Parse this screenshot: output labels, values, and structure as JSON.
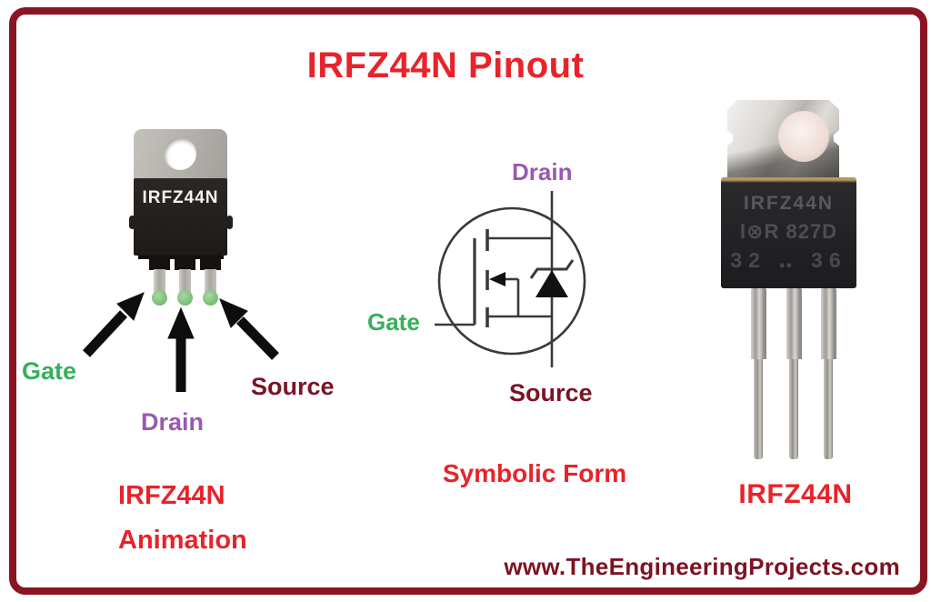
{
  "page": {
    "title": "IRFZ44N Pinout",
    "website": "www.TheEngineeringProjects.com",
    "colors": {
      "frame_border": "#8a1522",
      "accent_red": "#e8232a",
      "gate_green": "#36b05c",
      "drain_purple": "#9b59ad",
      "source_maroon": "#7a1426"
    }
  },
  "animation_panel": {
    "chip_label": "IRFZ44N",
    "pins": [
      {
        "label": "Gate",
        "color": "#36b05c"
      },
      {
        "label": "Drain",
        "color": "#9b59ad"
      },
      {
        "label": "Source",
        "color": "#7a1426"
      }
    ],
    "caption_line1": "IRFZ44N",
    "caption_line2": "Animation"
  },
  "symbol_panel": {
    "drain_label": "Drain",
    "gate_label": "Gate",
    "source_label": "Source",
    "caption": "Symbolic Form"
  },
  "photo_panel": {
    "markings": [
      "IRFZ44N",
      "I⊗R 827D",
      "32 ‥ 36"
    ],
    "caption": "IRFZ44N"
  }
}
